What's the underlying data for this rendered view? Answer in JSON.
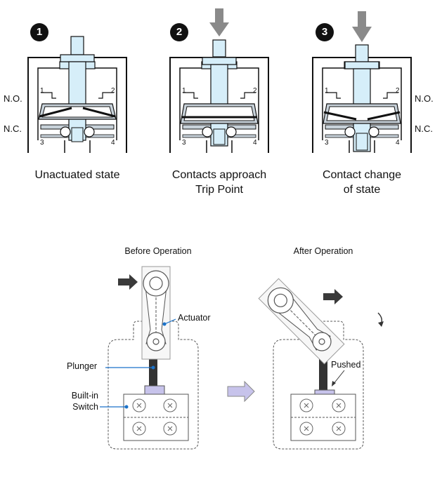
{
  "top_panels": [
    {
      "step": "1",
      "caption_lines": [
        "Unactuated state"
      ],
      "terminals": [
        "1",
        "2",
        "3",
        "4"
      ]
    },
    {
      "step": "2",
      "caption_lines": [
        "Contacts approach",
        "Trip Point"
      ],
      "terminals": [
        "1",
        "2",
        "3",
        "4"
      ]
    },
    {
      "step": "3",
      "caption_lines": [
        "Contact change",
        "of state"
      ],
      "terminals": [
        "1",
        "2",
        "3",
        "4"
      ]
    }
  ],
  "side_labels": {
    "no": "N.O.",
    "nc": "N.C."
  },
  "bottom": {
    "before_title": "Before Operation",
    "after_title": "After Operation",
    "actuator_label": "Actuator",
    "plunger_label": "Plunger",
    "switch_label_line1": "Built-in",
    "switch_label_line2": "Switch",
    "pushed_label": "Pushed"
  },
  "colors": {
    "light_blue": "#d6eef9",
    "gray_blue": "#c8d2da",
    "arrow_gray": "#8a8a8a",
    "dark_arrow": "#3a3a3a",
    "lavender": "#c7c3eb",
    "leader_blue": "#1a72c9"
  }
}
